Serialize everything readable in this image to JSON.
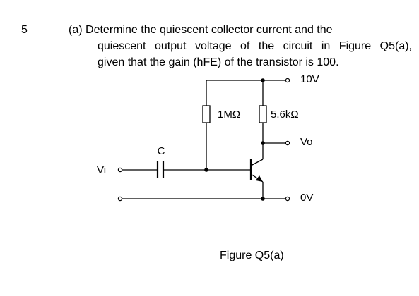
{
  "question": {
    "number": "5",
    "part_label": "(a)",
    "line1": "Determine the quiescent collector current and the",
    "line2": "quiescent output voltage of the circuit in Figure Q5(a),",
    "line3": "given that the gain (hFE) of the transistor is 100."
  },
  "circuit": {
    "supply_label": "10V",
    "r1_label": "1MΩ",
    "r2_label": "5.6kΩ",
    "output_label": "Vo",
    "input_label": "Vi",
    "capacitor_label": "C",
    "ground_label": "0V"
  },
  "figure": {
    "caption": "Figure Q5(a)"
  }
}
